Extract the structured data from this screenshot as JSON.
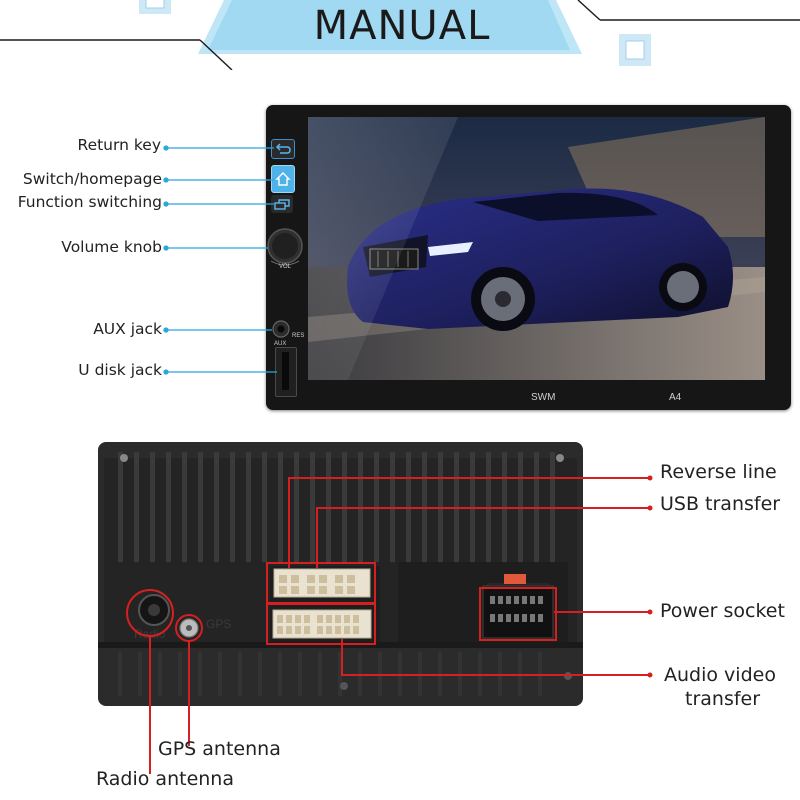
{
  "header": {
    "title": "MANUAL"
  },
  "front_panel": {
    "brand": "SWM",
    "model": "A4",
    "small_labels": {
      "aux": "AUX",
      "res": "RES",
      "vol": "VOL"
    },
    "labels": [
      "Return key",
      "Switch/homepage",
      "Function switching",
      "Volume knob",
      "AUX jack",
      "U disk jack"
    ]
  },
  "rear_panel": {
    "labels_right": [
      "Reverse line",
      "USB transfer",
      "Power socket",
      "Audio video",
      "transfer"
    ],
    "labels_bottom": [
      "GPS antenna",
      "Radio antenna"
    ],
    "port_marks": {
      "radio": "Radio",
      "gps": "GPS"
    }
  },
  "colors": {
    "accent_blue": "#29a8e0",
    "callout_red": "#d42020",
    "panel_black": "#161616"
  },
  "icons": [
    "return-icon",
    "home-icon",
    "function-switch-icon",
    "volume-knob",
    "aux-jack",
    "usb-slot"
  ]
}
